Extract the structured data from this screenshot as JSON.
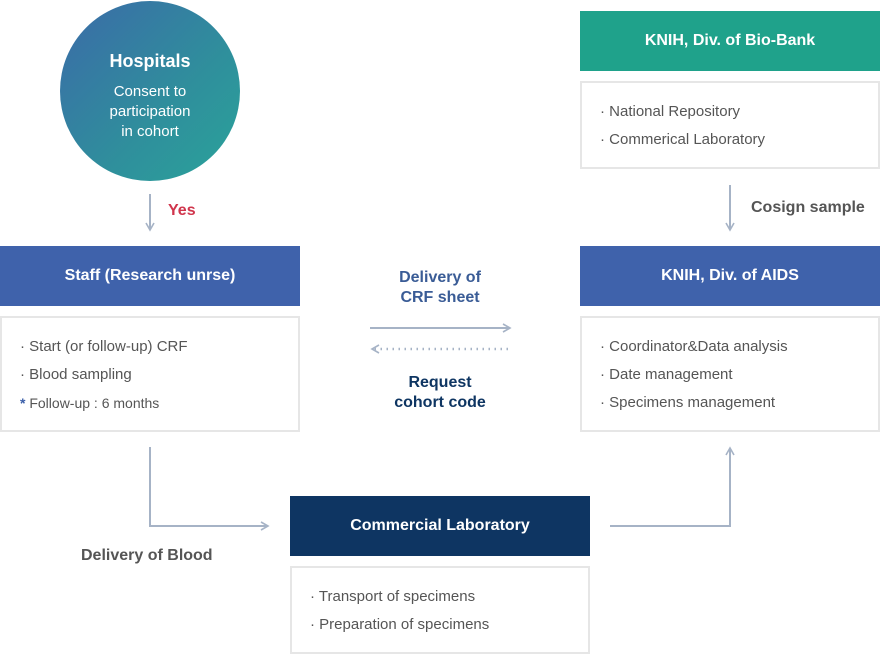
{
  "hospitals": {
    "title": "Hospitals",
    "subtitle_lines": [
      "Consent to",
      "participation",
      "in cohort"
    ]
  },
  "yes_label": "Yes",
  "staff": {
    "title": "Staff (Research unrse)",
    "items": [
      "· Start (or follow-up) CRF",
      "· Blood sampling"
    ],
    "note_marker": "*",
    "note_text": " Follow-up : 6 months"
  },
  "biobank": {
    "title": "KNIH, Div. of Bio-Bank",
    "items": [
      "· National Repository",
      "· Commerical Laboratory"
    ]
  },
  "cosign_label": "Cosign sample",
  "aids": {
    "title": "KNIH, Div. of AIDS",
    "items": [
      "· Coordinator&Data analysis",
      "· Date management",
      "· Specimens management"
    ]
  },
  "delivery_crf": {
    "line1": "Delivery of",
    "line2": "CRF sheet"
  },
  "request_code": {
    "line1": "Request",
    "line2": "cohort code"
  },
  "commercial": {
    "title": "Commercial Laboratory",
    "items": [
      "· Transport of specimens",
      "· Preparation of specimens"
    ]
  },
  "delivery_blood_label": "Delivery of Blood",
  "colors": {
    "circle_start": "#3b6aa8",
    "circle_end": "#2aa39a",
    "staff_head": "#3f62ab",
    "aids_head": "#3f62ab",
    "biobank_head": "#1fa28b",
    "commercial_head": "#0e3562",
    "yes": "#d0354c",
    "crf_label": "#3a5c96",
    "request_label": "#0e3562",
    "arrow": "#a6b3c6"
  }
}
